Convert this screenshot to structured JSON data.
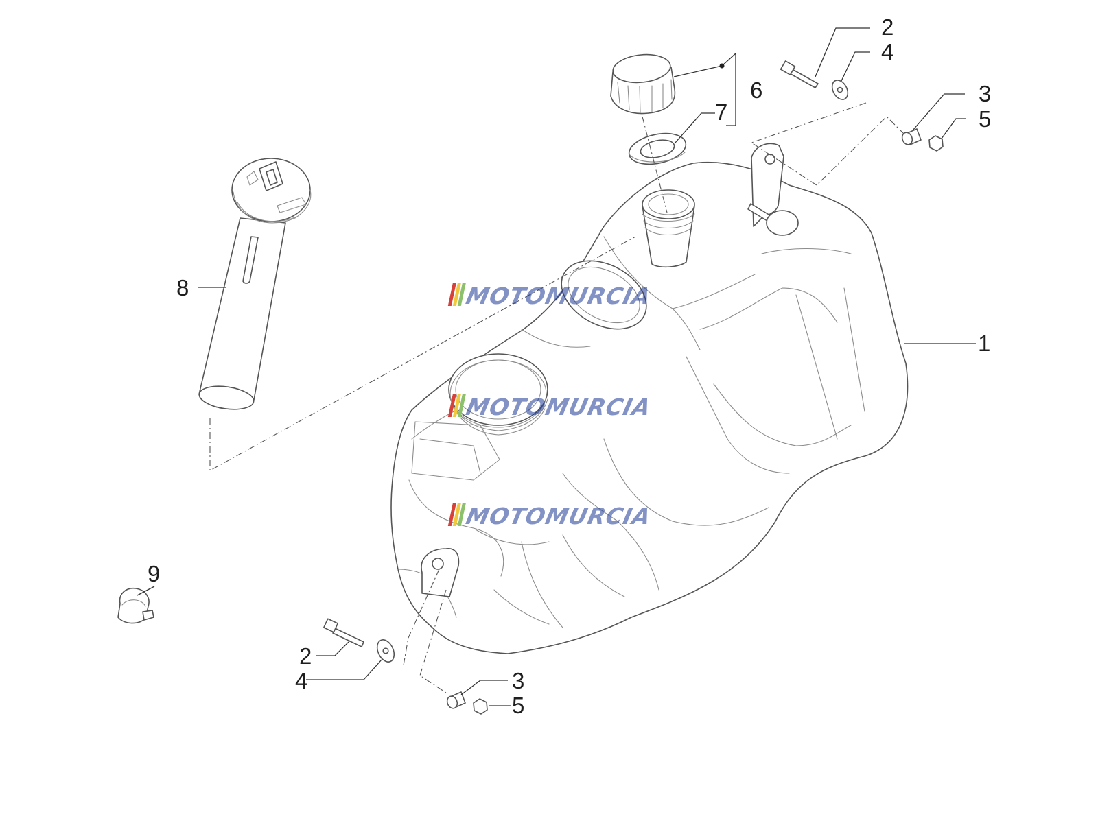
{
  "watermark": {
    "text": "MOTOMURCIA",
    "stripe_colors": [
      "#d8413a",
      "#f0c93c",
      "#8cc06a"
    ],
    "text_color": "#1e3a96"
  },
  "callouts": {
    "fuel_tank": "1",
    "top_bolt": "2",
    "top_washer": "4",
    "top_spacer": "3",
    "top_nut": "5",
    "filler_cap_group": "6",
    "cap_seal": "7",
    "fuel_level_sender": "8",
    "hose_clamp": "9",
    "bottom_bolt": "2",
    "bottom_washer": "4",
    "bottom_spacer": "3",
    "bottom_nut": "5"
  }
}
